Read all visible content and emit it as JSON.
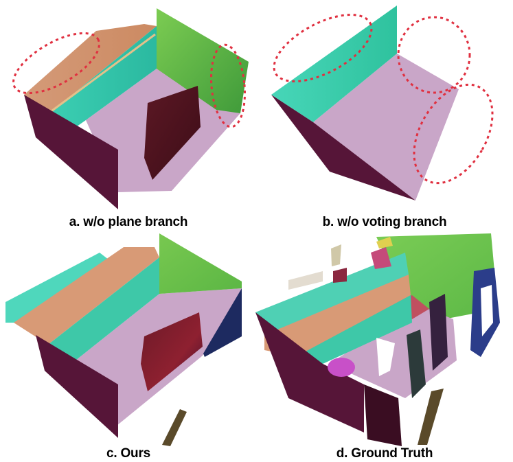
{
  "figure": {
    "panels": [
      {
        "caption": "a. w/o plane branch"
      },
      {
        "caption": "b. w/o voting branch"
      },
      {
        "caption": "c. Ours"
      },
      {
        "caption": "d. Ground Truth"
      }
    ]
  },
  "colors": {
    "floor": "#c9a6c8",
    "wall_teal": "#4ecfb4",
    "wall_orange": "#d89a76",
    "wall_green": "#6fc24d",
    "wall_dark": "#5a1840",
    "wall_navy": "#1d2a60",
    "panel_darkred": "#5b1422",
    "error_ellipse": "#e03040"
  }
}
